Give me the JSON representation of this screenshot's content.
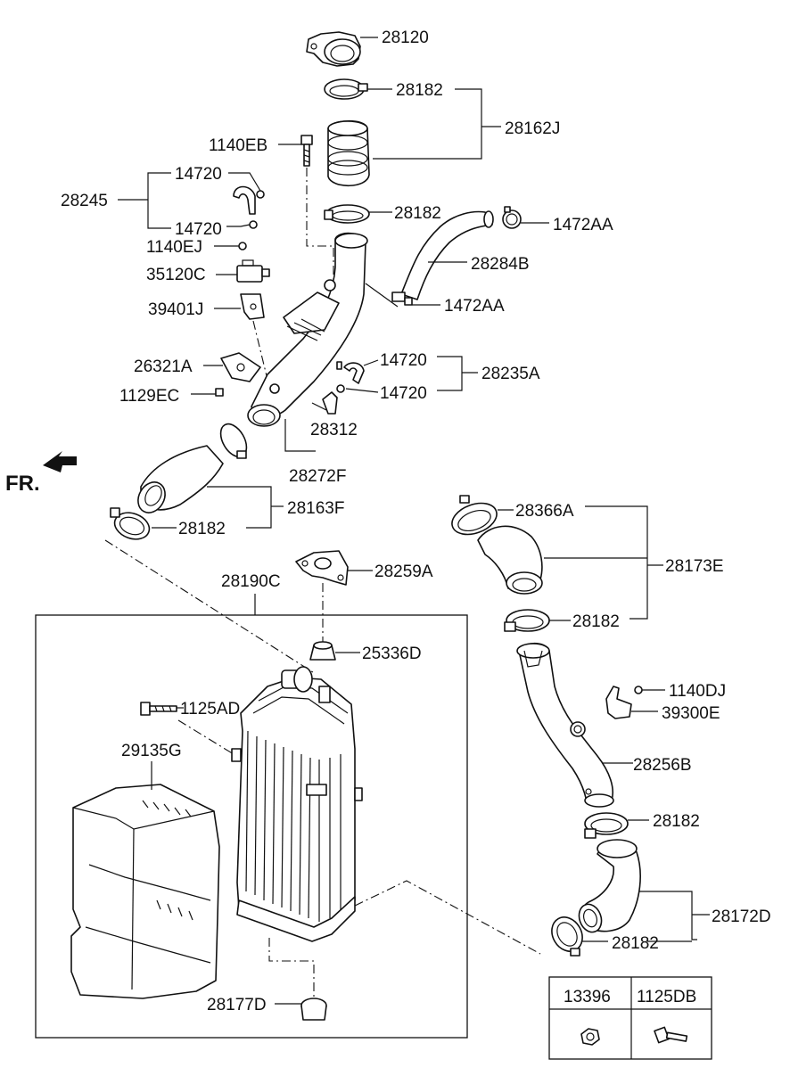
{
  "labels": {
    "p28120": "28120",
    "p28182_a": "28182",
    "p28162J": "28162J",
    "p1140EB": "1140EB",
    "p14720_a": "14720",
    "p28245": "28245",
    "p14720_b": "14720",
    "p28182_b": "28182",
    "p1472AA_a": "1472AA",
    "p1140EJ": "1140EJ",
    "p28284B": "28284B",
    "p35120C": "35120C",
    "p1472AA_b": "1472AA",
    "p39401J": "39401J",
    "p14720_c": "14720",
    "p26321A": "26321A",
    "p28235A": "28235A",
    "p14720_d": "14720",
    "p1129EC": "1129EC",
    "p28312": "28312",
    "p28272F": "28272F",
    "fr": "FR.",
    "p28163F": "28163F",
    "p28182_c": "28182",
    "p28366A": "28366A",
    "p28259A": "28259A",
    "p28190C": "28190C",
    "p28173E": "28173E",
    "p28182_d": "28182",
    "p25336D": "25336D",
    "p1125AD": "1125AD",
    "p1140DJ": "1140DJ",
    "p39300E": "39300E",
    "p29135G": "29135G",
    "p28256B": "28256B",
    "p28182_e": "28182",
    "p28172D": "28172D",
    "p28182_f": "28182",
    "p28177D": "28177D"
  },
  "legend": {
    "col1": "13396",
    "col2": "1125DB"
  }
}
